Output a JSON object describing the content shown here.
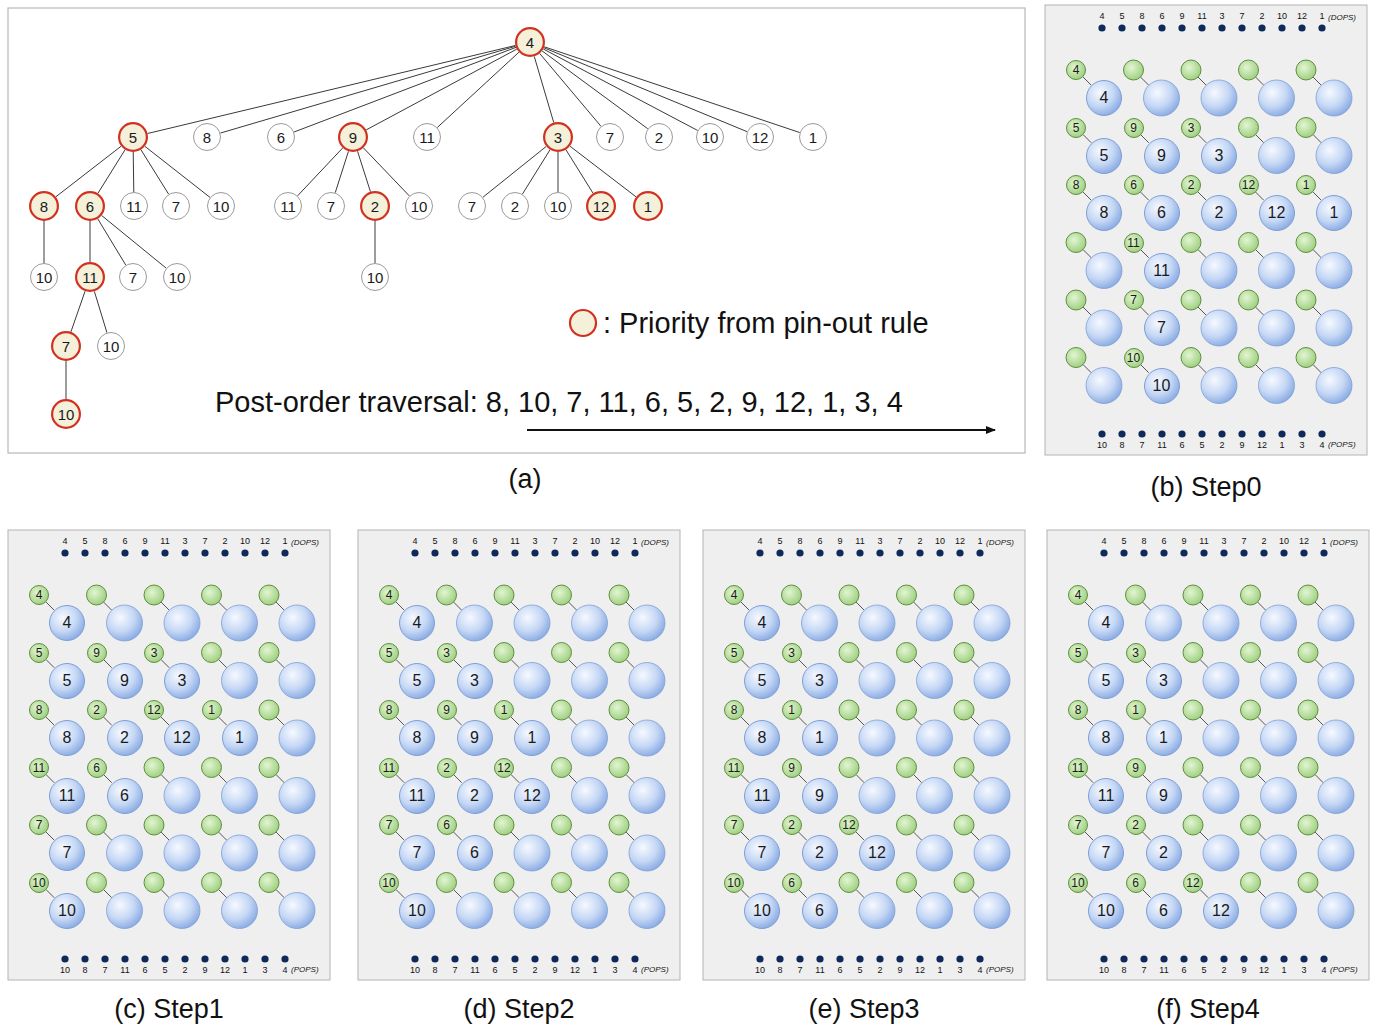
{
  "diagram": {
    "nodes": [
      {
        "text": [
          "4"
        ]
      },
      {
        "text": [
          "5"
        ]
      },
      {
        "text": [
          "8"
        ]
      },
      {
        "text": [
          "6"
        ]
      },
      {
        "text": [
          "9"
        ]
      },
      {
        "text": [
          "11"
        ]
      },
      {
        "text": [
          "3"
        ]
      },
      {
        "text": [
          "7"
        ]
      },
      {
        "text": [
          "2"
        ]
      },
      {
        "text": [
          "10"
        ]
      },
      {
        "text": [
          "12"
        ]
      },
      {
        "text": [
          "1"
        ]
      },
      {
        "text": [
          "8"
        ]
      },
      {
        "text": [
          "6"
        ]
      },
      {
        "text": [
          "11"
        ]
      },
      {
        "text": [
          "7"
        ]
      },
      {
        "text": [
          "10"
        ]
      },
      {
        "text": [
          "11"
        ]
      },
      {
        "text": [
          "7"
        ]
      },
      {
        "text": [
          "2"
        ]
      },
      {
        "text": [
          "10"
        ]
      },
      {
        "text": [
          "7"
        ]
      },
      {
        "text": [
          "2"
        ]
      },
      {
        "text": [
          "10"
        ]
      },
      {
        "text": [
          "12"
        ]
      },
      {
        "text": [
          "1"
        ]
      },
      {
        "text": [
          "10"
        ]
      },
      {
        "text": [
          "11"
        ]
      },
      {
        "text": [
          "7"
        ]
      },
      {
        "text": [
          "10"
        ]
      },
      {
        "text": [
          "10"
        ]
      },
      {
        "text": [
          "7"
        ]
      },
      {
        "text": [
          "10"
        ]
      },
      {
        "text": [
          "10"
        ]
      },
      {
        "text": [
          "4"
        ]
      },
      {
        "text": [
          "4"
        ]
      },
      {
        "text": [
          "5"
        ]
      },
      {
        "text": [
          "9"
        ]
      },
      {
        "text": [
          "3"
        ]
      },
      {
        "text": [
          "5"
        ]
      },
      {
        "text": [
          "9"
        ]
      },
      {
        "text": [
          "3"
        ]
      },
      {
        "text": [
          "8"
        ]
      },
      {
        "text": [
          "6"
        ]
      },
      {
        "text": [
          "2"
        ]
      },
      {
        "text": [
          "12"
        ]
      },
      {
        "text": [
          "1"
        ]
      },
      {
        "text": [
          "8"
        ]
      },
      {
        "text": [
          "6"
        ]
      },
      {
        "text": [
          "2"
        ]
      },
      {
        "text": [
          "12"
        ]
      },
      {
        "text": [
          "1"
        ]
      },
      {
        "text": [
          "11"
        ]
      },
      {
        "text": [
          "11"
        ]
      },
      {
        "text": [
          "7"
        ]
      },
      {
        "text": [
          "7"
        ]
      },
      {
        "text": [
          "10"
        ]
      },
      {
        "text": [
          "10"
        ]
      },
      {
        "text": [
          "4"
        ]
      },
      {
        "text": [
          "4"
        ]
      },
      {
        "text": [
          "5"
        ]
      },
      {
        "text": [
          "9"
        ]
      },
      {
        "text": [
          "3"
        ]
      },
      {
        "text": [
          "5"
        ]
      },
      {
        "text": [
          "9"
        ]
      },
      {
        "text": [
          "3"
        ]
      },
      {
        "text": [
          "8"
        ]
      },
      {
        "text": [
          "2"
        ]
      },
      {
        "text": [
          "12"
        ]
      },
      {
        "text": [
          "1"
        ]
      },
      {
        "text": [
          "8"
        ]
      },
      {
        "text": [
          "2"
        ]
      },
      {
        "text": [
          "12"
        ]
      },
      {
        "text": [
          "1"
        ]
      },
      {
        "text": [
          "11"
        ]
      },
      {
        "text": [
          "6"
        ]
      },
      {
        "text": [
          "11"
        ]
      },
      {
        "text": [
          "6"
        ]
      },
      {
        "text": [
          "7"
        ]
      },
      {
        "text": [
          "7"
        ]
      },
      {
        "text": [
          "10"
        ]
      },
      {
        "text": [
          "10"
        ]
      },
      {
        "text": [
          "4"
        ]
      },
      {
        "text": [
          "4"
        ]
      },
      {
        "text": [
          "5"
        ]
      },
      {
        "text": [
          "3"
        ]
      },
      {
        "text": [
          "5"
        ]
      },
      {
        "text": [
          "3"
        ]
      },
      {
        "text": [
          "8"
        ]
      },
      {
        "text": [
          "9"
        ]
      },
      {
        "text": [
          "1"
        ]
      },
      {
        "text": [
          "8"
        ]
      },
      {
        "text": [
          "9"
        ]
      },
      {
        "text": [
          "1"
        ]
      },
      {
        "text": [
          "11"
        ]
      },
      {
        "text": [
          "2"
        ]
      },
      {
        "text": [
          "12"
        ]
      },
      {
        "text": [
          "11"
        ]
      },
      {
        "text": [
          "2"
        ]
      },
      {
        "text": [
          "12"
        ]
      },
      {
        "text": [
          "7"
        ]
      },
      {
        "text": [
          "6"
        ]
      },
      {
        "text": [
          "7"
        ]
      },
      {
        "text": [
          "6"
        ]
      },
      {
        "text": [
          "10"
        ]
      },
      {
        "text": [
          "10"
        ]
      },
      {
        "text": [
          "4"
        ]
      },
      {
        "text": [
          "4"
        ]
      },
      {
        "text": [
          "5"
        ]
      },
      {
        "text": [
          "3"
        ]
      },
      {
        "text": [
          "5"
        ]
      },
      {
        "text": [
          "3"
        ]
      },
      {
        "text": [
          "8"
        ]
      },
      {
        "text": [
          "1"
        ]
      },
      {
        "text": [
          "8"
        ]
      },
      {
        "text": [
          "1"
        ]
      },
      {
        "text": [
          "11"
        ]
      },
      {
        "text": [
          "9"
        ]
      },
      {
        "text": [
          "11"
        ]
      },
      {
        "text": [
          "9"
        ]
      },
      {
        "text": [
          "7"
        ]
      },
      {
        "text": [
          "2"
        ]
      },
      {
        "text": [
          "12"
        ]
      },
      {
        "text": [
          "7"
        ]
      },
      {
        "text": [
          "2"
        ]
      },
      {
        "text": [
          "12"
        ]
      },
      {
        "text": [
          "10"
        ]
      },
      {
        "text": [
          "6"
        ]
      },
      {
        "text": [
          "10"
        ]
      },
      {
        "text": [
          "6"
        ]
      },
      {
        "text": [
          "4"
        ]
      },
      {
        "text": [
          "4"
        ]
      },
      {
        "text": [
          "5"
        ]
      },
      {
        "text": [
          "3"
        ]
      },
      {
        "text": [
          "5"
        ]
      },
      {
        "text": [
          "3"
        ]
      },
      {
        "text": [
          "8"
        ]
      },
      {
        "text": [
          "1"
        ]
      },
      {
        "text": [
          "8"
        ]
      },
      {
        "text": [
          "1"
        ]
      },
      {
        "text": [
          "11"
        ]
      },
      {
        "text": [
          "9"
        ]
      },
      {
        "text": [
          "11"
        ]
      },
      {
        "text": [
          "9"
        ]
      },
      {
        "text": [
          "7"
        ]
      },
      {
        "text": [
          "2"
        ]
      },
      {
        "text": [
          "7"
        ]
      },
      {
        "text": [
          "2"
        ]
      },
      {
        "text": [
          "10"
        ]
      },
      {
        "text": [
          "6"
        ]
      },
      {
        "text": [
          "12"
        ]
      },
      {
        "text": [
          "10"
        ]
      },
      {
        "text": [
          "6"
        ]
      },
      {
        "text": [
          "12"
        ]
      }
    ],
    "edges": [
      {
        "from": 0,
        "to": 1,
        "arrow": "none"
      },
      {
        "from": 0,
        "to": 2,
        "arrow": "none"
      },
      {
        "from": 0,
        "to": 3,
        "arrow": "none"
      },
      {
        "from": 0,
        "to": 4,
        "arrow": "none"
      },
      {
        "from": 0,
        "to": 5,
        "arrow": "none"
      },
      {
        "from": 0,
        "to": 6,
        "arrow": "none"
      },
      {
        "from": 0,
        "to": 7,
        "arrow": "none"
      },
      {
        "from": 0,
        "to": 8,
        "arrow": "none"
      },
      {
        "from": 0,
        "to": 9,
        "arrow": "none"
      },
      {
        "from": 0,
        "to": 10,
        "arrow": "none"
      },
      {
        "from": 0,
        "to": 11,
        "arrow": "none"
      },
      {
        "from": 1,
        "to": 12,
        "arrow": "none"
      },
      {
        "from": 1,
        "to": 13,
        "arrow": "none"
      },
      {
        "from": 1,
        "to": 14,
        "arrow": "none"
      },
      {
        "from": 1,
        "to": 15,
        "arrow": "none"
      },
      {
        "from": 1,
        "to": 16,
        "arrow": "none"
      },
      {
        "from": 4,
        "to": 17,
        "arrow": "none"
      },
      {
        "from": 4,
        "to": 18,
        "arrow": "none"
      },
      {
        "from": 4,
        "to": 19,
        "arrow": "none"
      },
      {
        "from": 4,
        "to": 20,
        "arrow": "none"
      },
      {
        "from": 6,
        "to": 21,
        "arrow": "none"
      },
      {
        "from": 6,
        "to": 22,
        "arrow": "none"
      },
      {
        "from": 6,
        "to": 23,
        "arrow": "none"
      },
      {
        "from": 6,
        "to": 24,
        "arrow": "none"
      },
      {
        "from": 6,
        "to": 25,
        "arrow": "none"
      },
      {
        "from": 12,
        "to": 26,
        "arrow": "none"
      },
      {
        "from": 13,
        "to": 27,
        "arrow": "none"
      },
      {
        "from": 13,
        "to": 28,
        "arrow": "none"
      },
      {
        "from": 13,
        "to": 29,
        "arrow": "none"
      },
      {
        "from": 19,
        "to": 30,
        "arrow": "none"
      },
      {
        "from": 27,
        "to": 31,
        "arrow": "none"
      },
      {
        "from": 27,
        "to": 32,
        "arrow": "none"
      },
      {
        "from": 31,
        "to": 33,
        "arrow": "none"
      },
      {
        "from": 34,
        "to": 35,
        "arrow": "none"
      },
      {
        "from": 36,
        "to": 39,
        "arrow": "none"
      },
      {
        "from": 37,
        "to": 40,
        "arrow": "none"
      },
      {
        "from": 38,
        "to": 41,
        "arrow": "none"
      },
      {
        "from": 42,
        "to": 47,
        "arrow": "none"
      },
      {
        "from": 43,
        "to": 48,
        "arrow": "none"
      },
      {
        "from": 44,
        "to": 49,
        "arrow": "none"
      },
      {
        "from": 45,
        "to": 50,
        "arrow": "none"
      },
      {
        "from": 46,
        "to": 51,
        "arrow": "none"
      },
      {
        "from": 52,
        "to": 53,
        "arrow": "none"
      },
      {
        "from": 54,
        "to": 55,
        "arrow": "none"
      },
      {
        "from": 56,
        "to": 57,
        "arrow": "none"
      },
      {
        "from": 58,
        "to": 59,
        "arrow": "none"
      },
      {
        "from": 60,
        "to": 63,
        "arrow": "none"
      },
      {
        "from": 61,
        "to": 64,
        "arrow": "none"
      },
      {
        "from": 62,
        "to": 65,
        "arrow": "none"
      },
      {
        "from": 66,
        "to": 70,
        "arrow": "none"
      },
      {
        "from": 67,
        "to": 71,
        "arrow": "none"
      },
      {
        "from": 68,
        "to": 72,
        "arrow": "none"
      },
      {
        "from": 69,
        "to": 73,
        "arrow": "none"
      },
      {
        "from": 74,
        "to": 76,
        "arrow": "none"
      },
      {
        "from": 75,
        "to": 77,
        "arrow": "none"
      },
      {
        "from": 78,
        "to": 79,
        "arrow": "none"
      },
      {
        "from": 80,
        "to": 81,
        "arrow": "none"
      },
      {
        "from": 82,
        "to": 83,
        "arrow": "none"
      },
      {
        "from": 84,
        "to": 86,
        "arrow": "none"
      },
      {
        "from": 85,
        "to": 87,
        "arrow": "none"
      },
      {
        "from": 88,
        "to": 91,
        "arrow": "none"
      },
      {
        "from": 89,
        "to": 92,
        "arrow": "none"
      },
      {
        "from": 90,
        "to": 93,
        "arrow": "none"
      },
      {
        "from": 94,
        "to": 97,
        "arrow": "none"
      },
      {
        "from": 95,
        "to": 98,
        "arrow": "none"
      },
      {
        "from": 96,
        "to": 99,
        "arrow": "none"
      },
      {
        "from": 100,
        "to": 102,
        "arrow": "none"
      },
      {
        "from": 101,
        "to": 103,
        "arrow": "none"
      },
      {
        "from": 104,
        "to": 105,
        "arrow": "none"
      },
      {
        "from": 106,
        "to": 107,
        "arrow": "none"
      },
      {
        "from": 108,
        "to": 110,
        "arrow": "none"
      },
      {
        "from": 109,
        "to": 111,
        "arrow": "none"
      },
      {
        "from": 112,
        "to": 114,
        "arrow": "none"
      },
      {
        "from": 113,
        "to": 115,
        "arrow": "none"
      },
      {
        "from": 116,
        "to": 118,
        "arrow": "none"
      },
      {
        "from": 117,
        "to": 119,
        "arrow": "none"
      },
      {
        "from": 120,
        "to": 123,
        "arrow": "none"
      },
      {
        "from": 121,
        "to": 124,
        "arrow": "none"
      },
      {
        "from": 122,
        "to": 125,
        "arrow": "none"
      },
      {
        "from": 126,
        "to": 128,
        "arrow": "none"
      },
      {
        "from": 127,
        "to": 129,
        "arrow": "none"
      },
      {
        "from": 130,
        "to": 131,
        "arrow": "none"
      },
      {
        "from": 132,
        "to": 134,
        "arrow": "none"
      },
      {
        "from": 133,
        "to": 135,
        "arrow": "none"
      },
      {
        "from": 136,
        "to": 138,
        "arrow": "none"
      },
      {
        "from": 137,
        "to": 139,
        "arrow": "none"
      },
      {
        "from": 140,
        "to": 142,
        "arrow": "none"
      },
      {
        "from": 141,
        "to": 143,
        "arrow": "none"
      },
      {
        "from": 144,
        "to": 146,
        "arrow": "none"
      },
      {
        "from": 145,
        "to": 147,
        "arrow": "none"
      },
      {
        "from": 148,
        "to": 151,
        "arrow": "none"
      },
      {
        "from": 149,
        "to": 152,
        "arrow": "none"
      },
      {
        "from": 150,
        "to": 153,
        "arrow": "none"
      }
    ],
    "labels": [
      "Post-order traversal: 8, 10, 7, 11, 6, 5, 2, 9, 12, 1, 3, 4",
      "(a)",
      "4",
      "5",
      "8",
      "6",
      "9",
      "11",
      "3",
      "7",
      "2",
      "10",
      "12",
      "1",
      "(DOPS)",
      "10",
      "8",
      "7",
      "11",
      "6",
      "5",
      "2",
      "9",
      "12",
      "1",
      "3",
      "4",
      "(POPS)",
      "(b) Step0",
      "4",
      "5",
      "8",
      "6",
      "9",
      "11",
      "3",
      "7",
      "2",
      "10",
      "12",
      "1",
      "(DOPS)",
      "10",
      "8",
      "7",
      "11",
      "6",
      "5",
      "2",
      "9",
      "12",
      "1",
      "3",
      "4",
      "(POPS)",
      "(c) Step1",
      "4",
      "5",
      "8",
      "6",
      "9",
      "11",
      "3",
      "7",
      "2",
      "10",
      "12",
      "1",
      "(DOPS)",
      "10",
      "8",
      "7",
      "11",
      "6",
      "5",
      "2",
      "9",
      "12",
      "1",
      "3",
      "4",
      "(POPS)",
      "(d) Step2",
      "4",
      "5",
      "8",
      "6",
      "9",
      "11",
      "3",
      "7",
      "2",
      "10",
      "12",
      "1",
      "(DOPS)",
      "10",
      "8",
      "7",
      "11",
      "6",
      "5",
      "2",
      "9",
      "12",
      "1",
      "3",
      "4",
      "(POPS)",
      "(e) Step3",
      "4",
      "5",
      "8",
      "6",
      "9",
      "11",
      "3",
      "7",
      "2",
      "10",
      "12",
      "1",
      "(DOPS)",
      "10",
      "8",
      "7",
      "11",
      "6",
      "5",
      "2",
      "9",
      "12",
      "1",
      "3",
      "4",
      "(POPS)",
      "(f) Step4"
    ],
    "legend": [
      {
        "text": ": Priority from pin-out rule"
      }
    ]
  }
}
